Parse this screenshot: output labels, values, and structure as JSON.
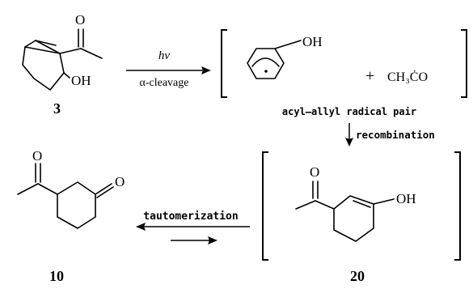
{
  "compounds": {
    "c3": {
      "number": "3",
      "o_label": "O",
      "oh_label": "OH"
    },
    "radical_pair": {
      "oh_label": "OH",
      "plus": "+",
      "acyl_radical": "CH₃ĊO",
      "caption": "acyl–allyl radical pair"
    },
    "c10": {
      "number": "10",
      "o1_label": "O",
      "o2_label": "O"
    },
    "c20": {
      "number": "20",
      "o_label": "O",
      "oh_label": "OH"
    }
  },
  "arrows": {
    "step1_top": "hν",
    "step1_bottom": "α-cleavage",
    "step2": "recombination",
    "step3": "tautomerization"
  }
}
